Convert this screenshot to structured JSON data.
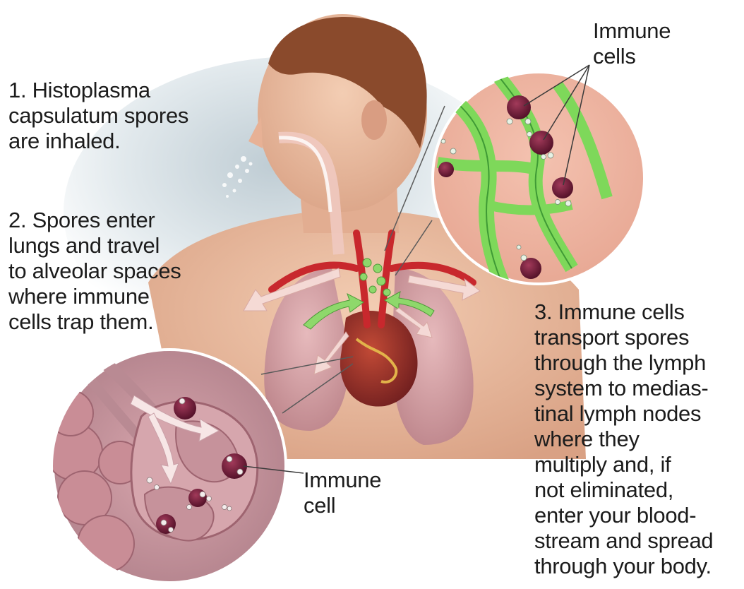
{
  "steps": {
    "step1": "1. Histoplasma\ncapsulatum spores\nare inhaled.",
    "step2": "2. Spores enter\nlungs and travel\nto alveolar spaces\nwhere immune\ncells trap them.",
    "step3": "3. Immune cells\ntransport spores\nthrough the lymph\nsystem to medias-\ntinal lymph nodes\nwhere they\nmultiply and, if\nnot eliminated,\nenter your blood-\nstream and spread\nthrough your body."
  },
  "labels": {
    "immune_cells": "Immune\ncells",
    "immune_cell": "Immune\ncell"
  },
  "colors": {
    "skin": "#e9b89a",
    "hair": "#8a4a2c",
    "lung": "#d7a3a9",
    "artery": "#c8282d",
    "lymph": "#7cd65a",
    "spore_cell": "#6e1836",
    "arrow": "#f3d6d2"
  }
}
